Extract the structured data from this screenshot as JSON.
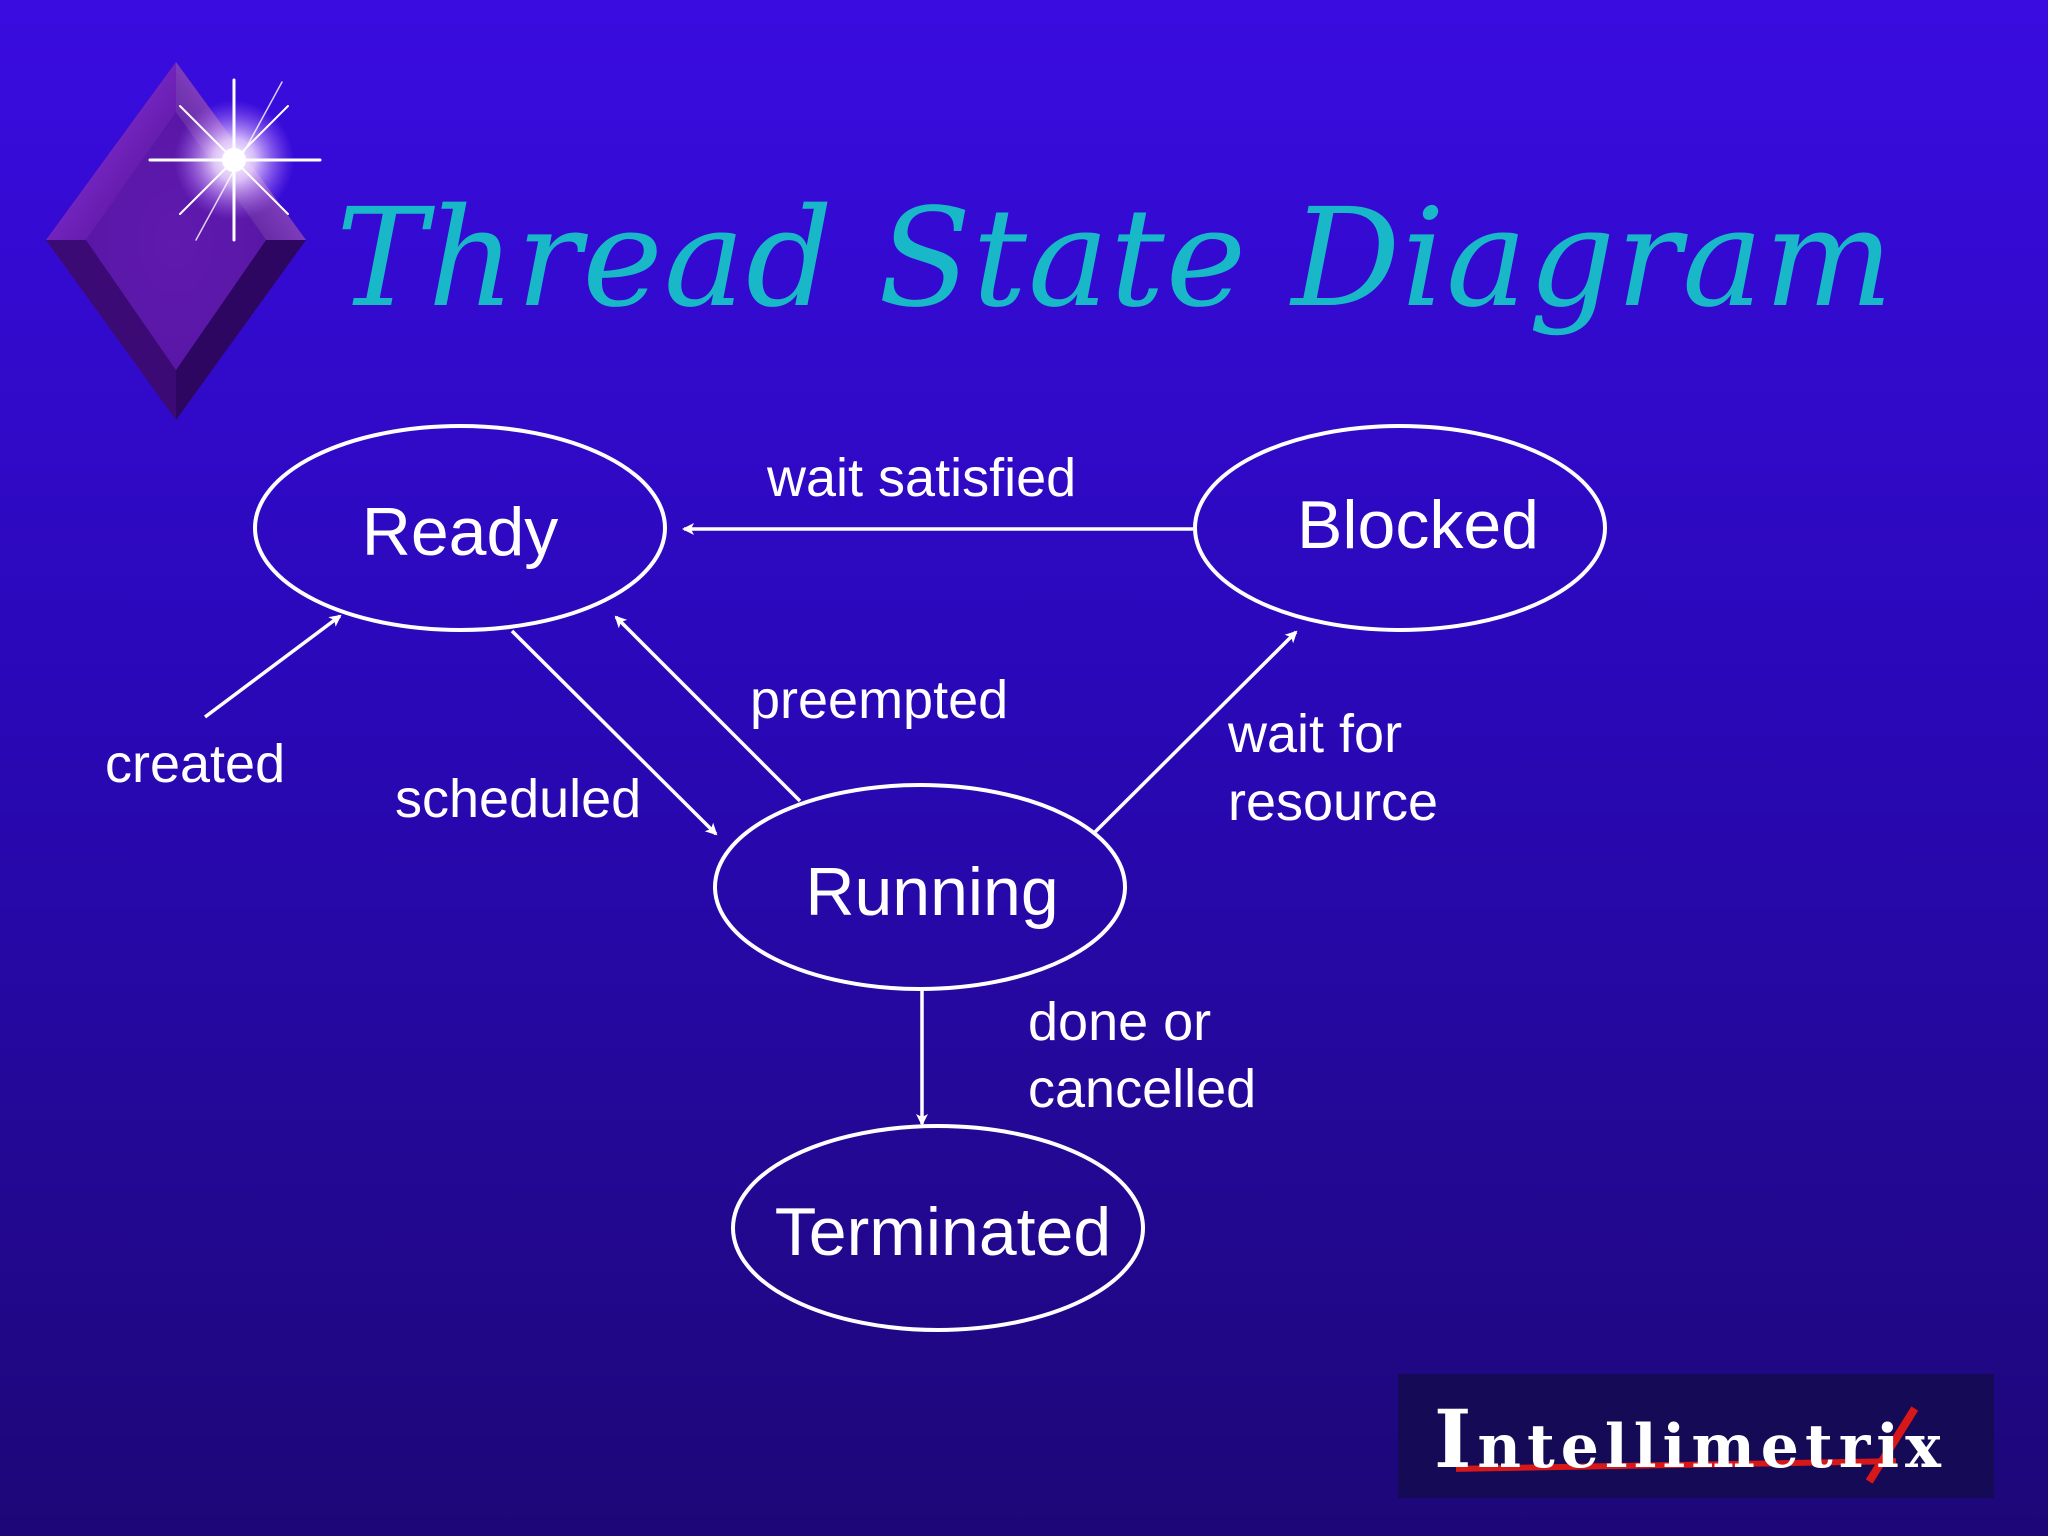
{
  "slide": {
    "title": "Thread State Diagram"
  },
  "diagram": {
    "nodes": [
      {
        "id": "ready",
        "label": "Ready"
      },
      {
        "id": "blocked",
        "label": "Blocked"
      },
      {
        "id": "running",
        "label": "Running"
      },
      {
        "id": "terminated",
        "label": "Terminated"
      }
    ],
    "edges": [
      {
        "from": "blocked",
        "to": "ready",
        "label": "wait satisfied"
      },
      {
        "from": "outside",
        "to": "ready",
        "label": "created"
      },
      {
        "from": "ready",
        "to": "running",
        "label": "scheduled"
      },
      {
        "from": "running",
        "to": "ready",
        "label": "preempted"
      },
      {
        "from": "running",
        "to": "blocked",
        "label_lines": [
          "wait for",
          "resource"
        ]
      },
      {
        "from": "running",
        "to": "terminated",
        "label_lines": [
          "done or",
          "cancelled"
        ]
      }
    ]
  },
  "logo": {
    "text": "Intellimetrix",
    "accent_color": "#d81818"
  },
  "colors": {
    "title": "#18b8c8",
    "background_top": "#3a0ce0",
    "background_bottom": "#1d0777",
    "lines": "#ffffff"
  }
}
